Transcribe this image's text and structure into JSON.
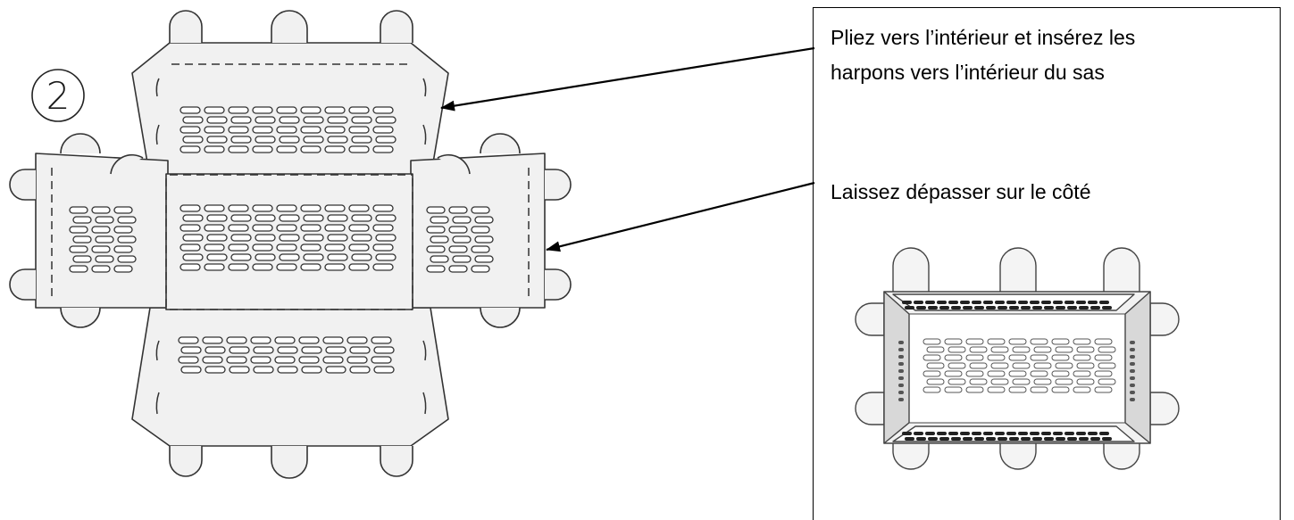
{
  "step": {
    "number": "2"
  },
  "instructions": [
    {
      "line1": "Pliez vers l’intérieur et insérez les",
      "line2": "harpons vers l’intérieur du sas"
    },
    {
      "line1": "Laissez dépasser sur le côté"
    }
  ],
  "colors": {
    "panel": "#f1f1f1",
    "line": "#333333",
    "box": "#000000",
    "dark_slot": "#222222"
  }
}
